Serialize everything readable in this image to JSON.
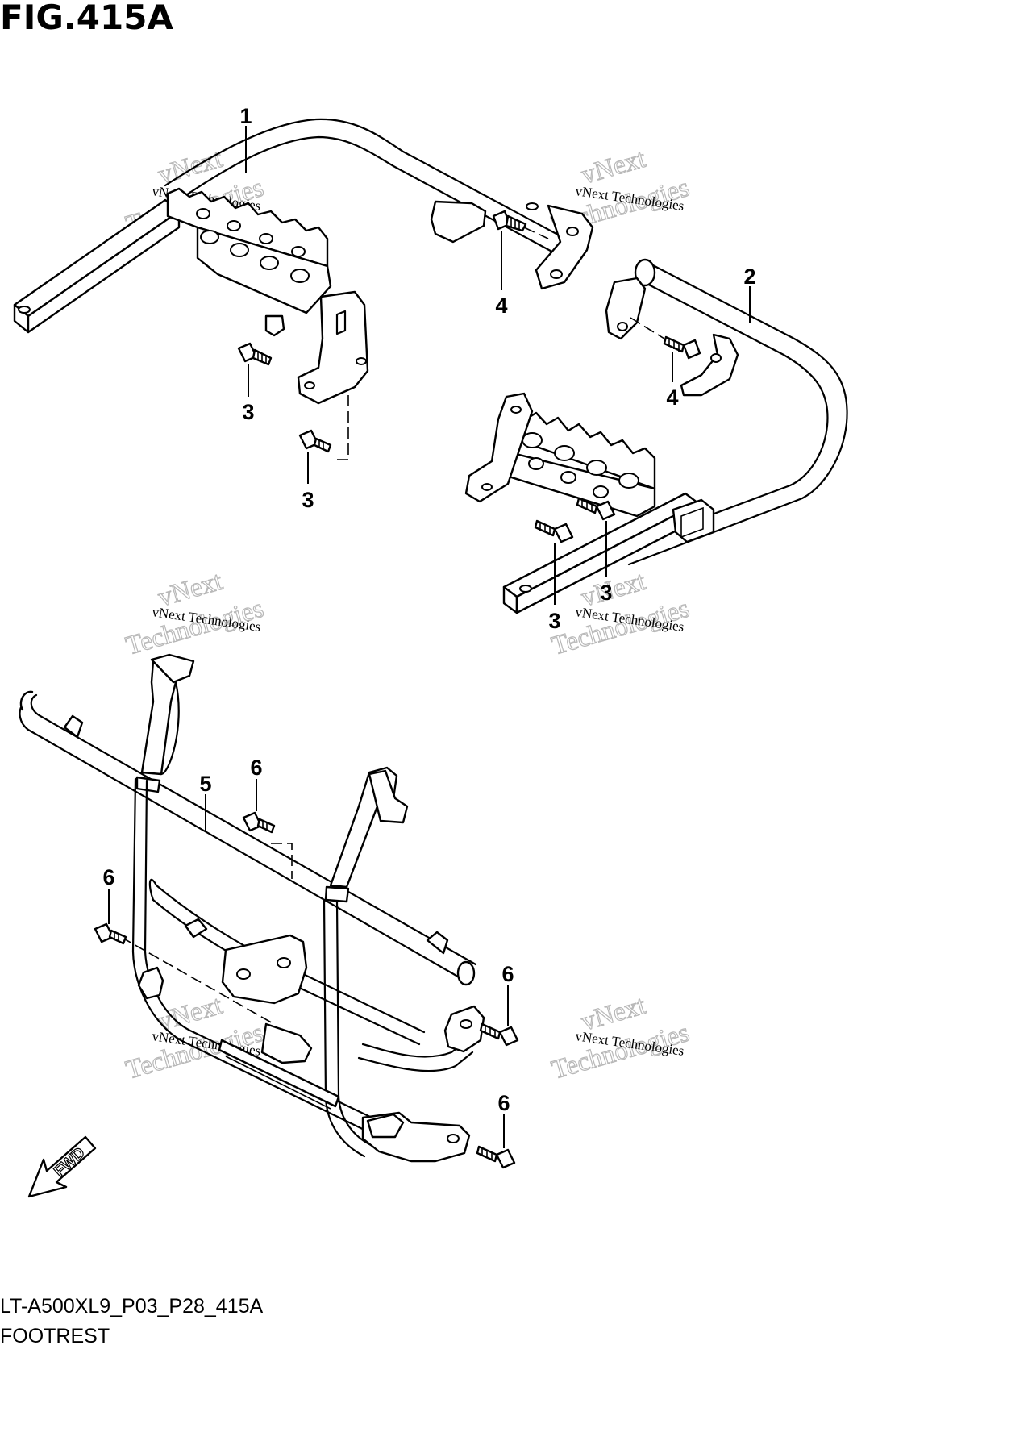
{
  "figure_title": "FIG.415A",
  "callouts": {
    "c1": "1",
    "c2": "2",
    "c3a": "3",
    "c3b": "3",
    "c3c": "3",
    "c3d": "3",
    "c4a": "4",
    "c4b": "4",
    "c5": "5",
    "c6a": "6",
    "c6b": "6",
    "c6c": "6",
    "c6d": "6"
  },
  "watermark": {
    "small": "vNext Technologies",
    "big_line1": "vNext",
    "big_line2": "Technologies"
  },
  "fwd_label": "FWD",
  "footer": {
    "code": "LT-A500XL9_P03_P28_415A",
    "name": "FOOTREST"
  }
}
